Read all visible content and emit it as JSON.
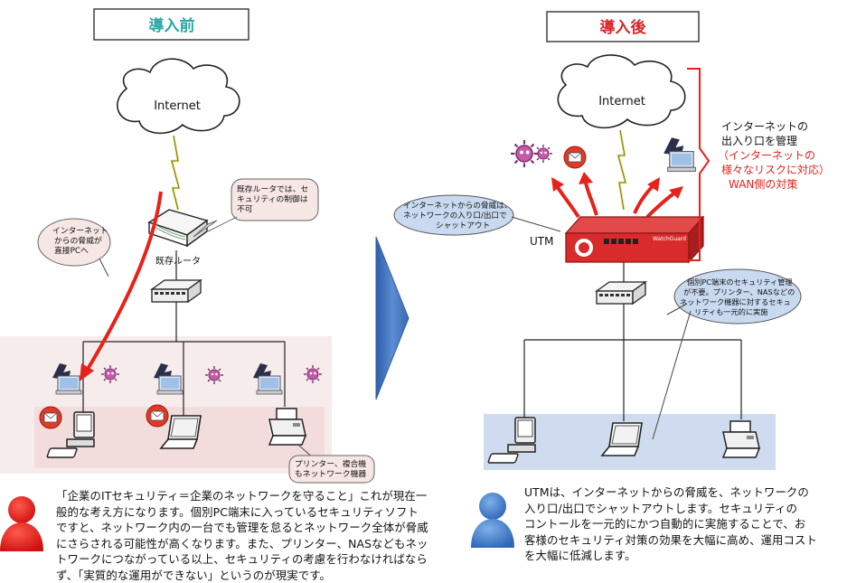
{
  "colors": {
    "teal_heading": "#2aa8a3",
    "red_heading": "#d8262a",
    "accent_red": "#e8211b",
    "bubble_fill": "#c9daf0",
    "bubble_pink": "#f6e6e4",
    "band_pink": "#f3dcdc",
    "band_blue": "#cfdcef",
    "arrow_blue": "#4a7cc4",
    "utm_red": "#d92b2b"
  },
  "before": {
    "title": "導入前",
    "cloud_label": "Internet",
    "router_label": "既存ルータ",
    "router_callout": [
      "既存ルータでは、セ",
      "キュリティの制御は",
      "不可"
    ],
    "threat_callout": [
      "インターネット",
      "からの脅威が",
      "直接PCへ"
    ],
    "printer_callout": [
      "プリンター、複合機",
      "もネットワーク機器"
    ],
    "icons": [
      "cloud-icon",
      "router-icon",
      "switch-hub-icon",
      "pc-icon",
      "laptop-icon",
      "printer-icon",
      "hacker-icon",
      "virus-icon",
      "mail-threat-icon",
      "lightning-icon"
    ]
  },
  "after": {
    "title": "導入後",
    "cloud_label": "Internet",
    "utm_label": "UTM",
    "utm_brand": "WatchGuard",
    "gateway_callout": [
      "インターネットからの脅威は、",
      "ネットワークの入り口/出口で",
      "シャットアウト"
    ],
    "internal_callout": [
      "個別PC端末のセキュリティ管理",
      "が不要。プリンター、NASなどの",
      "ネットワーク機器に対するセキュ",
      "リティも一元的に実施"
    ],
    "right_note_black": [
      "インターネットの",
      "出入り口を管理"
    ],
    "right_note_red": [
      "（インターネットの",
      "様々なリスクに対応）",
      "WAN側の対策"
    ]
  },
  "captions": {
    "before_text": [
      "「企業のITセキュリティ＝企業のネットワークを守ること」これが現在一",
      "般的な考え方になります。個別PC端末に入っているセキュリティソフト",
      "ですと、ネットワーク内の一台でも管理を怠るとネットワーク全体が脅威",
      "にさらされる可能性が高くなります。また、プリンター、NASなどもネッ",
      "トワークにつながっている以上、セキュリティの考慮を行わなければなら",
      "ず、「実質的な運用ができない」というのが現実です。"
    ],
    "after_text": [
      "UTMは、インターネットからの脅威を、ネットワークの",
      "入り口/出口でシャットアウトします。セキュリティの",
      "コントールを一元的にかつ自動的に実施することで、お",
      "客様のセキュリティ対策の効果を大幅に高め、運用コスト",
      "を大幅に低減します。"
    ]
  }
}
